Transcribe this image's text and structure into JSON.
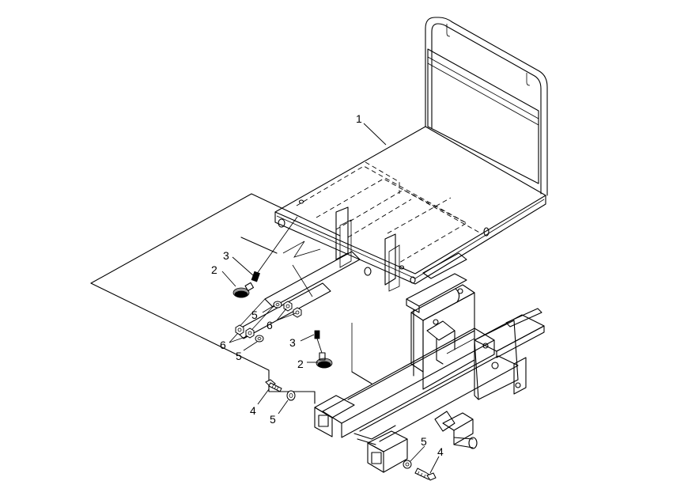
{
  "callouts": {
    "c1": "1",
    "c2a": "2",
    "c2b": "2",
    "c3a": "3",
    "c3b": "3",
    "c4a": "4",
    "c4b": "4",
    "c5a": "5",
    "c5b": "5",
    "c5c": "5",
    "c5d": "5",
    "c6a": "6",
    "c6b": "6"
  }
}
